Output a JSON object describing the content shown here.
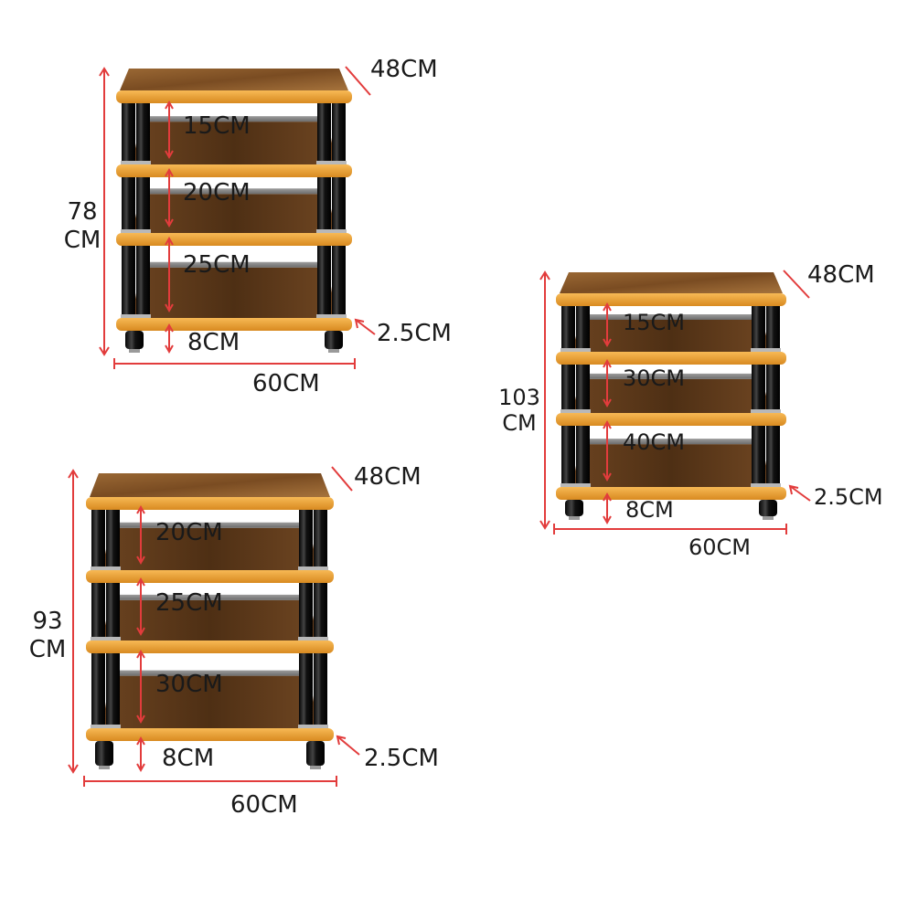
{
  "racks": [
    {
      "id": "rack-78",
      "height_label": [
        "78",
        "CM"
      ],
      "depth_label": "48CM",
      "width_label": "60CM",
      "shelf_thickness_label": "2.5CM",
      "gaps": [
        "15CM",
        "20CM",
        "25CM"
      ],
      "foot_label": "8CM"
    },
    {
      "id": "rack-103",
      "height_label": [
        "103",
        "CM"
      ],
      "depth_label": "48CM",
      "width_label": "60CM",
      "shelf_thickness_label": "2.5CM",
      "gaps": [
        "15CM",
        "30CM",
        "40CM"
      ],
      "foot_label": "8CM"
    },
    {
      "id": "rack-93",
      "height_label": [
        "93",
        "CM"
      ],
      "depth_label": "48CM",
      "width_label": "60CM",
      "shelf_thickness_label": "2.5CM",
      "gaps": [
        "20CM",
        "25CM",
        "30CM"
      ],
      "foot_label": "8CM"
    }
  ],
  "colors": {
    "wood_top": "#8a5a2c",
    "wood_dark": "#5e3a1a",
    "edge_trim": "#f1a53a",
    "edge_trim_dark": "#d6861c",
    "pillar": "#141414",
    "pillar_highlight": "#5a5a5a",
    "dimension_line": "#e23c3c",
    "text": "#1a1a1a"
  }
}
